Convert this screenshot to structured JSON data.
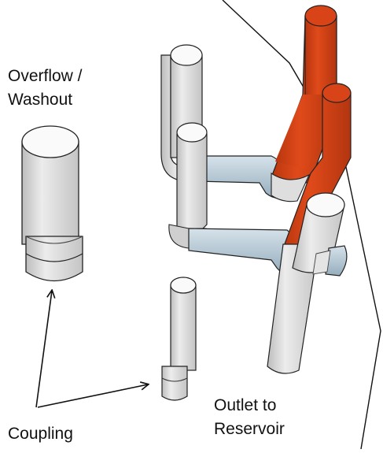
{
  "labels": {
    "overflow_line1": "Overflow /",
    "overflow_line2": "Washout",
    "outlet_line1": "Outlet to",
    "outlet_line2": "Reservoir",
    "coupling": "Coupling"
  },
  "colors": {
    "pipe_grey": "#dcdcdc",
    "pipe_grey_dark": "#a9a9a9",
    "pipe_blue": "#b9cad6",
    "pipe_blue_dark": "#8aa3b3",
    "pipe_red": "#d84317",
    "pipe_red_dark": "#a8320f",
    "outline": "#1a1a1a"
  }
}
